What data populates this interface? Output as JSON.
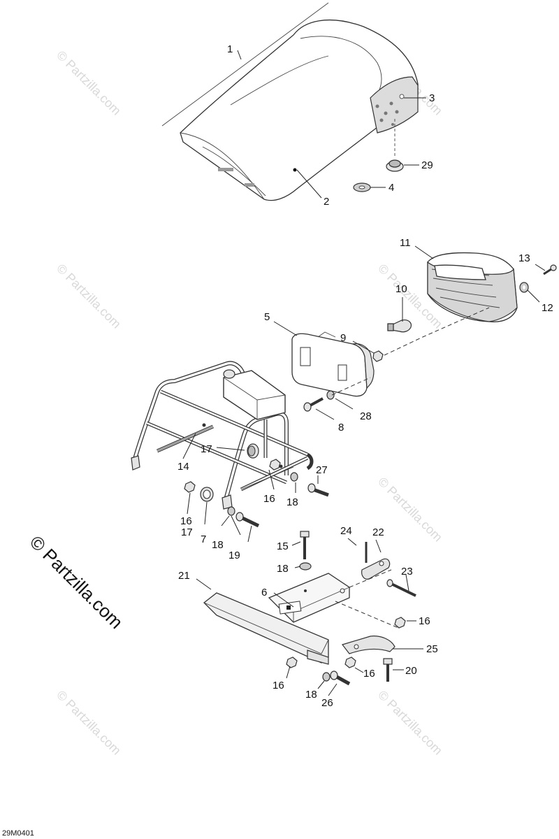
{
  "diagram": {
    "drawing_code": "29M0401",
    "credit": "© Partzilla.com",
    "watermark": "© Partzilla.com",
    "callouts": [
      {
        "id": "c1",
        "label": "1"
      },
      {
        "id": "c2",
        "label": "2"
      },
      {
        "id": "c3",
        "label": "3"
      },
      {
        "id": "c4",
        "label": "4"
      },
      {
        "id": "c29",
        "label": "29"
      },
      {
        "id": "c11",
        "label": "11"
      },
      {
        "id": "c13",
        "label": "13"
      },
      {
        "id": "c10",
        "label": "10"
      },
      {
        "id": "c12",
        "label": "12"
      },
      {
        "id": "c5",
        "label": "5"
      },
      {
        "id": "c9",
        "label": "9"
      },
      {
        "id": "c28",
        "label": "28"
      },
      {
        "id": "c8",
        "label": "8"
      },
      {
        "id": "c17a",
        "label": "17"
      },
      {
        "id": "c14",
        "label": "14"
      },
      {
        "id": "c27",
        "label": "27"
      },
      {
        "id": "c16a",
        "label": "16"
      },
      {
        "id": "c16b",
        "label": "16"
      },
      {
        "id": "c17b",
        "label": "17"
      },
      {
        "id": "c7",
        "label": "7"
      },
      {
        "id": "c18a",
        "label": "18"
      },
      {
        "id": "c18b",
        "label": "18"
      },
      {
        "id": "c19",
        "label": "19"
      },
      {
        "id": "c24",
        "label": "24"
      },
      {
        "id": "c22",
        "label": "22"
      },
      {
        "id": "c15",
        "label": "15"
      },
      {
        "id": "c18c",
        "label": "18"
      },
      {
        "id": "c21",
        "label": "21"
      },
      {
        "id": "c6",
        "label": "6"
      },
      {
        "id": "c23",
        "label": "23"
      },
      {
        "id": "c16c",
        "label": "16"
      },
      {
        "id": "c25",
        "label": "25"
      },
      {
        "id": "c16d",
        "label": "16"
      },
      {
        "id": "c20",
        "label": "20"
      },
      {
        "id": "c16e",
        "label": "16"
      },
      {
        "id": "c18d",
        "label": "18"
      },
      {
        "id": "c26",
        "label": "26"
      }
    ]
  }
}
